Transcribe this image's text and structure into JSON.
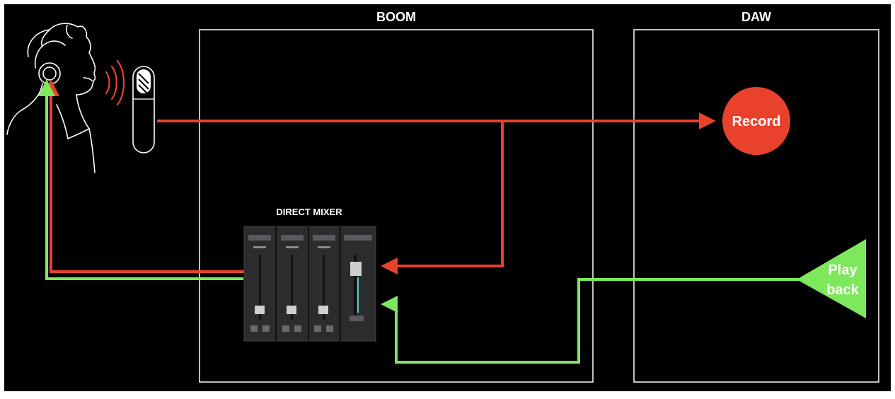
{
  "diagram": {
    "boom_label": "BOOM",
    "daw_label": "DAW",
    "mixer_label": "DIRECT MIXER",
    "record_label": "Record",
    "playback_label_line1": "Play",
    "playback_label_line2": "back"
  },
  "colors": {
    "background": "#000000",
    "border": "#ffffff",
    "record_path": "#e8422d",
    "playback_path": "#7ee85c",
    "record_node": "#e8422d",
    "playback_node": "#7ee85c",
    "mixer_body": "#2c2c2e"
  },
  "icons": {
    "person": "singer-with-headphones-icon",
    "microphone": "condenser-microphone-icon",
    "sound_waves": "sound-waves-icon",
    "mixer": "mixer-console-icon"
  }
}
